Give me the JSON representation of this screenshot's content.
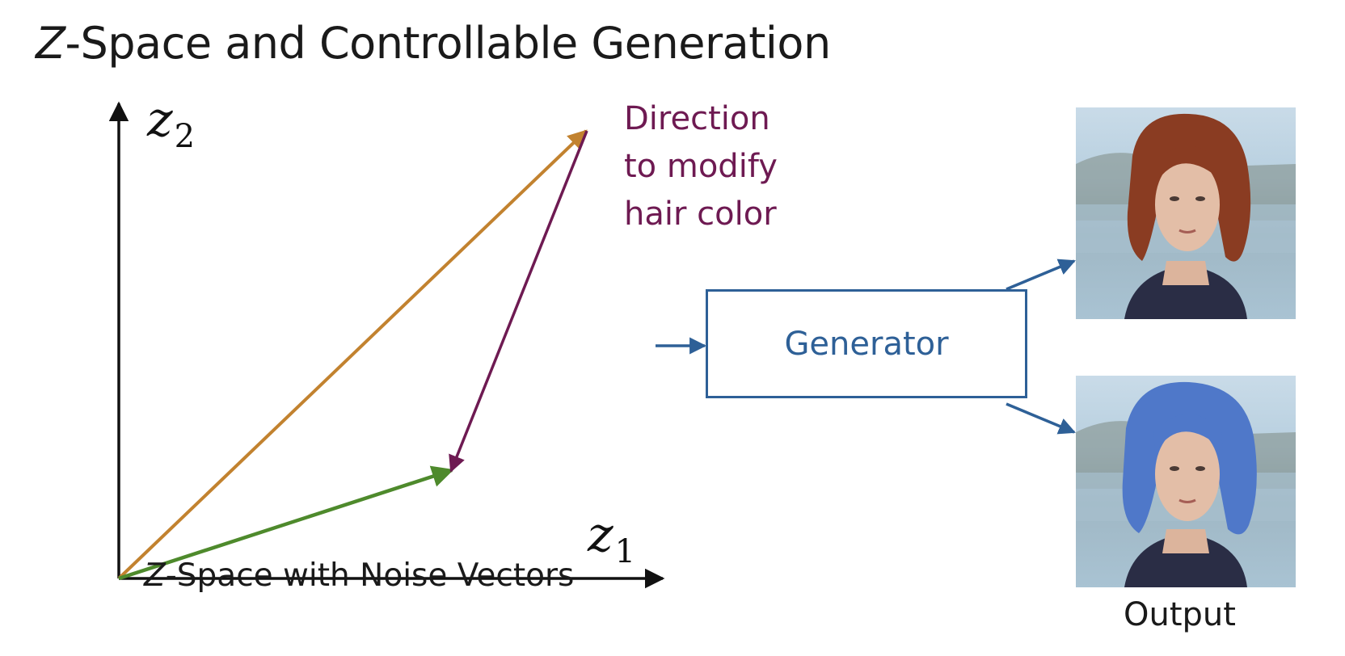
{
  "title": {
    "z_part": "Z",
    "rest": "-Space and Controllable Generation"
  },
  "axes": {
    "y_label": "z",
    "y_subscript": "2",
    "x_label": "z",
    "x_subscript": "1"
  },
  "caption": {
    "z_part": "Z",
    "rest": "-Space with Noise Vectors"
  },
  "direction_label": {
    "lines": [
      "Direction",
      "to modify",
      "hair color"
    ]
  },
  "generator": {
    "label": "Generator"
  },
  "output": {
    "label": "Output"
  },
  "colors": {
    "orange_vector": "#c2822f",
    "green_vector": "#4e8a2c",
    "purple_vector": "#6e1a52",
    "generator_blue": "#2e6097",
    "axis": "#111111",
    "hair_red": "#8a3c22",
    "hair_blue": "#4f78c9"
  }
}
